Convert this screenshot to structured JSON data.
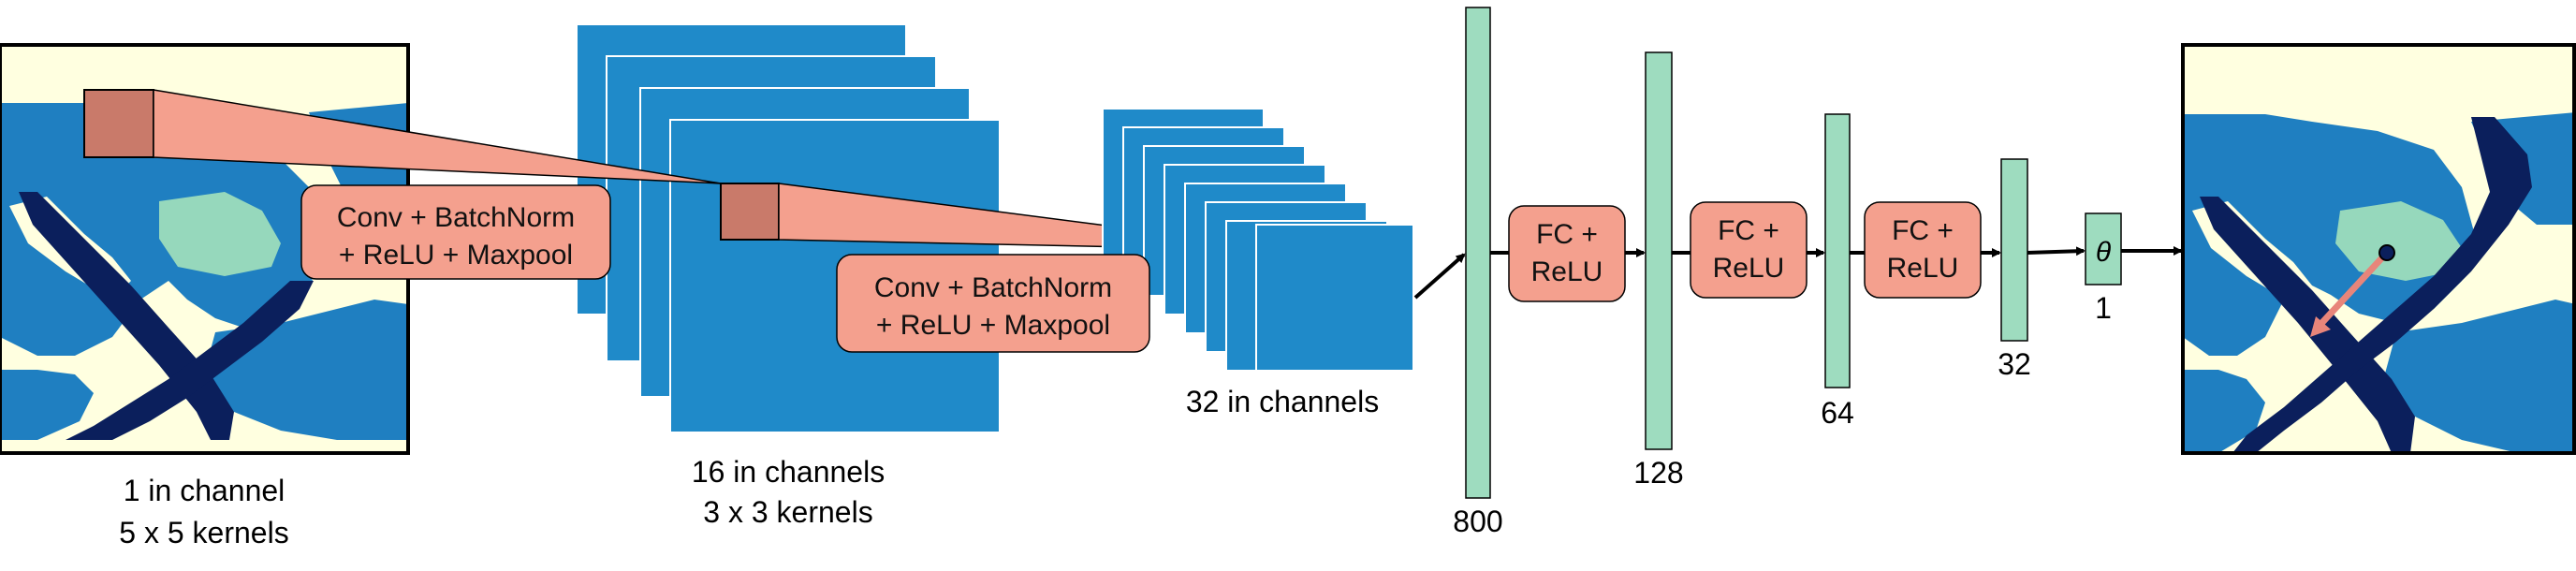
{
  "input_stage": {
    "label_line1": "1 in channel",
    "label_line2": "5 x 5 kernels"
  },
  "conv1": {
    "label_line1": "Conv + BatchNorm",
    "label_line2": "+ ReLU + Maxpool"
  },
  "stage2": {
    "label_line1": "16 in channels",
    "label_line2": "3 x 3 kernels"
  },
  "conv2": {
    "label_line1": "Conv + BatchNorm",
    "label_line2": "+ ReLU + Maxpool"
  },
  "stage3": {
    "label": "32 in channels"
  },
  "dense_layers": [
    {
      "size": "800"
    },
    {
      "size": "128"
    },
    {
      "size": "64"
    },
    {
      "size": "32"
    }
  ],
  "fc_blocks": [
    {
      "line1": "FC +",
      "line2": "ReLU"
    },
    {
      "line1": "FC +",
      "line2": "ReLU"
    },
    {
      "line1": "FC +",
      "line2": "ReLU"
    }
  ],
  "output_node": {
    "symbol": "θ",
    "size": "1"
  },
  "colors": {
    "pale_yellow": "#ffffe0",
    "medium_blue": "#1f7fc1",
    "dark_navy": "#0b1f5c",
    "mint": "#96d8bc",
    "salmon": "#f4a08e",
    "salmon_dark": "#c97a6a",
    "layer_blue": "#1f8ac9",
    "dense_green": "#9edcbf"
  }
}
